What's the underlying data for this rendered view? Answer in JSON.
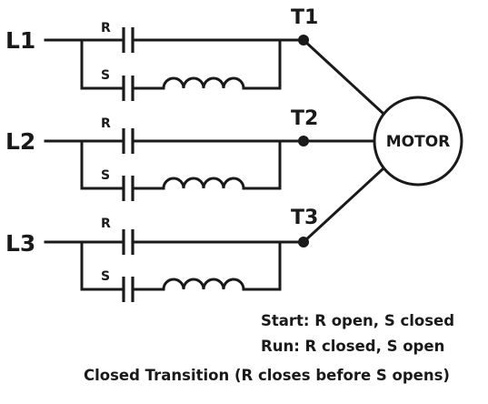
{
  "lines": [
    {
      "label": "L1",
      "terminal": "T1",
      "run_contact": "R",
      "start_contact": "S"
    },
    {
      "label": "L2",
      "terminal": "T2",
      "run_contact": "R",
      "start_contact": "S"
    },
    {
      "label": "L3",
      "terminal": "T3",
      "run_contact": "R",
      "start_contact": "S"
    }
  ],
  "motor": {
    "label": "MOTOR"
  },
  "notes": {
    "start": "Start: R open, S closed",
    "run": "Run: R closed, S open",
    "transition": "Closed Transition (R closes before S opens)"
  }
}
